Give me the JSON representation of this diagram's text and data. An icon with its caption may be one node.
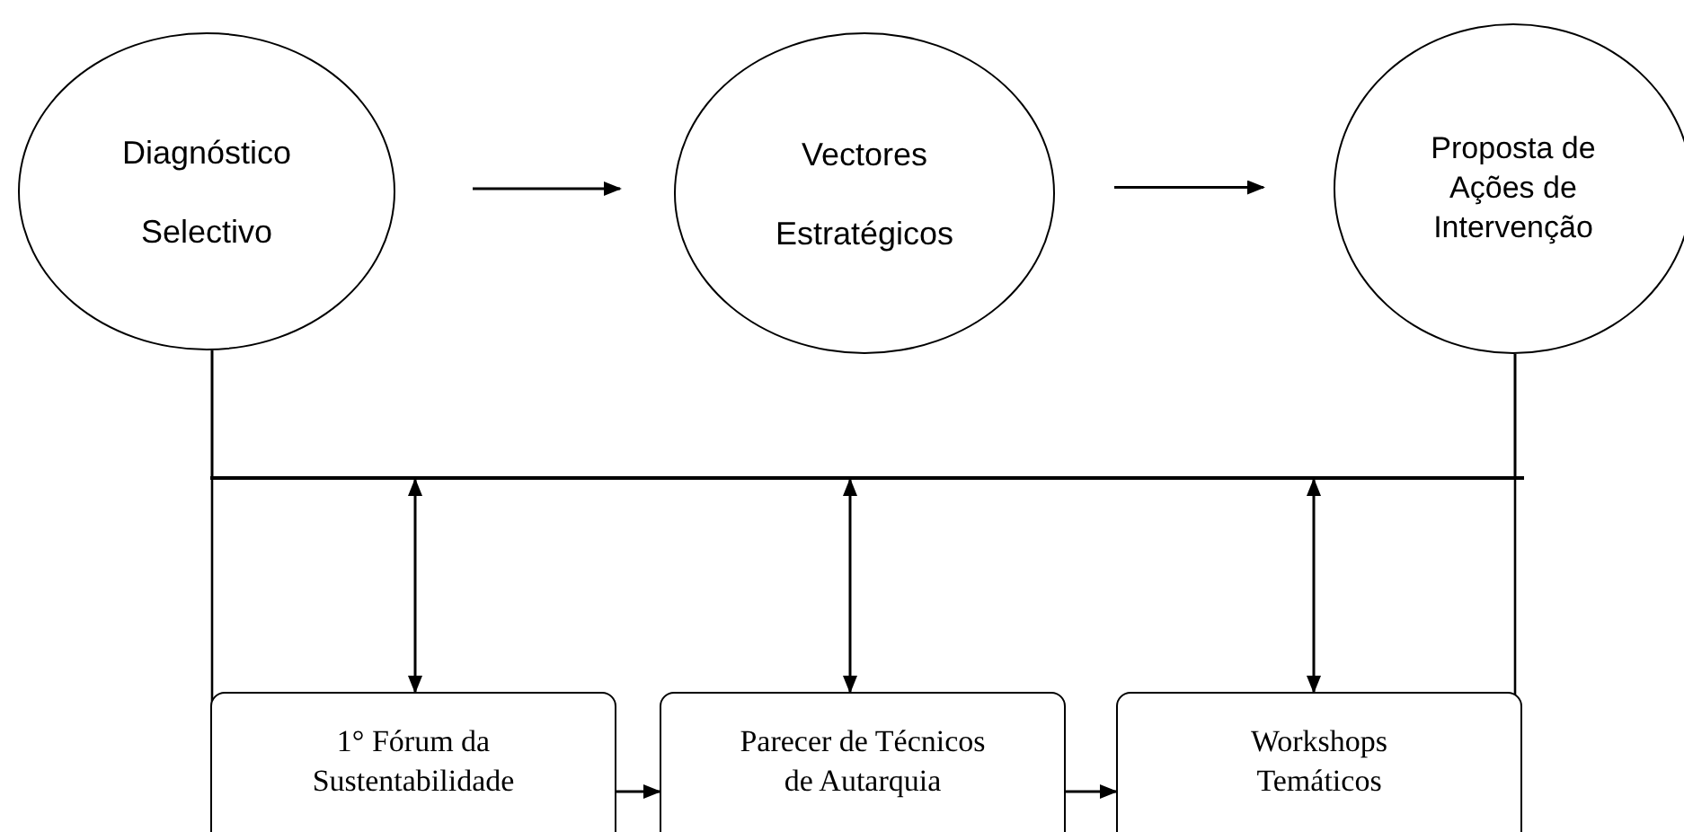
{
  "diagram": {
    "nodes": [
      {
        "text": [
          "Diagnóstico Selectivo"
        ]
      },
      {
        "text": [
          "Vectores Estratégicos"
        ]
      },
      {
        "text": [
          "Proposta de Ações de Intervenção"
        ]
      },
      {
        "text": [],
        "shape": "bar"
      },
      {
        "text": [
          "1° Fórum da Sustentabilidade"
        ]
      },
      {
        "text": [
          "Parecer de Técnicos de Autarquia"
        ]
      },
      {
        "text": [
          "Workshops Temáticos"
        ]
      }
    ],
    "edges": [
      {
        "from": 0,
        "to": 1,
        "arrow": "to"
      },
      {
        "from": 1,
        "to": 2,
        "arrow": "to"
      },
      {
        "from": 0,
        "to": 3,
        "arrow": "none"
      },
      {
        "from": 2,
        "to": 3,
        "arrow": "none"
      },
      {
        "from": 3,
        "to": 4,
        "arrow": "both"
      },
      {
        "from": 3,
        "to": 5,
        "arrow": "both"
      },
      {
        "from": 3,
        "to": 6,
        "arrow": "both"
      },
      {
        "from": 4,
        "to": 5,
        "arrow": "to"
      },
      {
        "from": 5,
        "to": 6,
        "arrow": "to"
      }
    ]
  }
}
